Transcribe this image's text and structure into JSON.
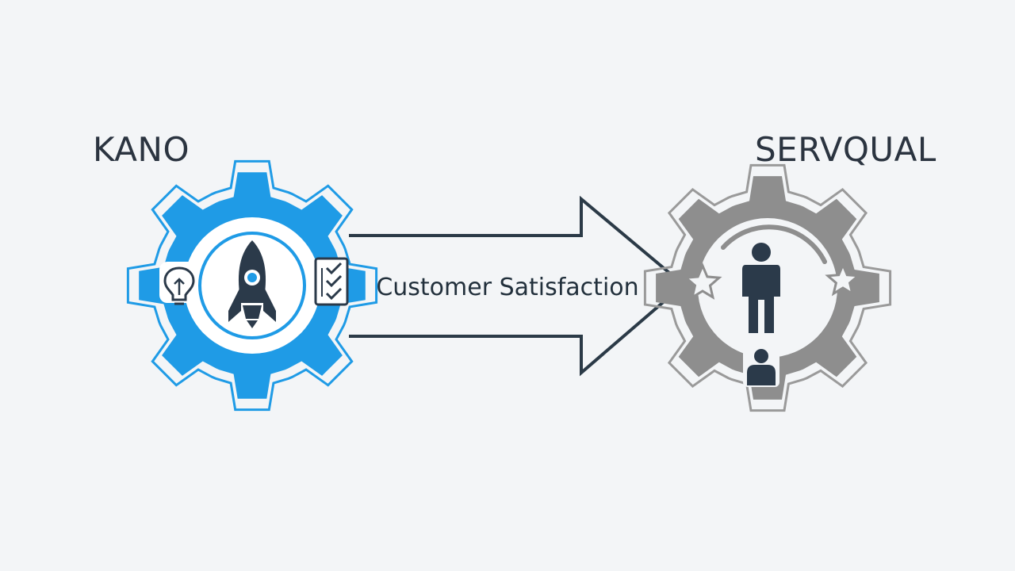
{
  "diagram": {
    "left_gear": {
      "title": "KANO",
      "color": "#1f9be6",
      "outline_color": "#1f9be6",
      "inner_icons": [
        "lightbulb-icon",
        "rocket-icon",
        "checklist-icon"
      ]
    },
    "right_gear": {
      "title": "SERVQUAL",
      "color": "#8e8e8e",
      "outline_color": "#9a9a9a",
      "inner_icons": [
        "star-icon",
        "person-icon",
        "star-icon",
        "service-person-icon"
      ]
    },
    "arrow": {
      "label": "Customer Satisfaction",
      "stroke_color": "#2b3a47"
    },
    "colors": {
      "background": "#f3f5f7",
      "icon_dark": "#2b3a4a",
      "accent_light": "#ffffff"
    }
  }
}
